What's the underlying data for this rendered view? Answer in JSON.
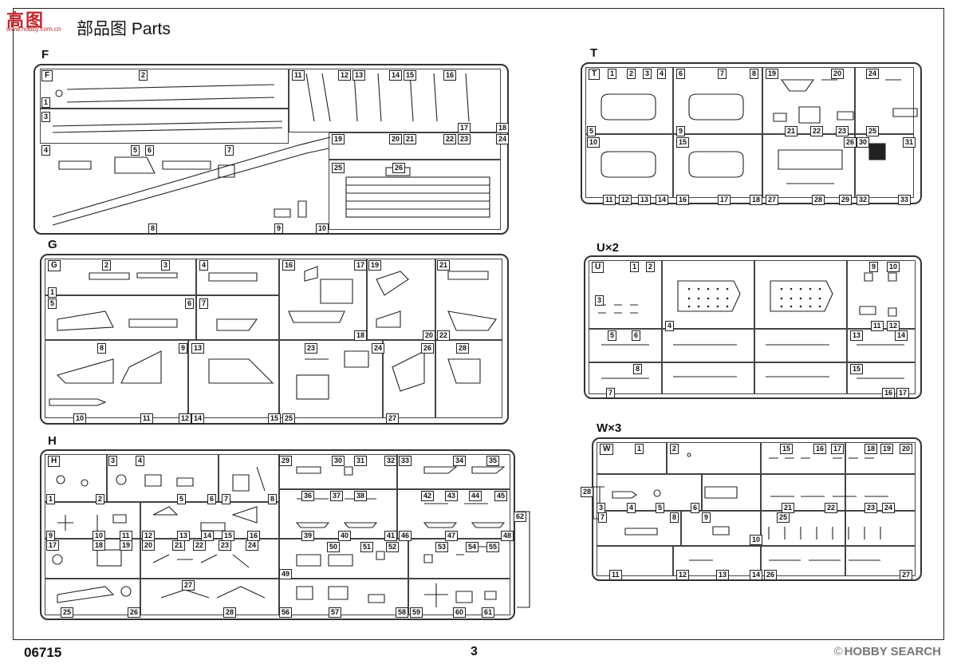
{
  "header": {
    "title": "部品图  Parts",
    "logo_main": "高图",
    "logo_sub": "www.hobby.com.cn"
  },
  "sprues": {
    "F": {
      "label": "F",
      "tag": "F",
      "nums": [
        "1",
        "2",
        "3",
        "4",
        "5",
        "6",
        "7",
        "8",
        "9",
        "10",
        "11",
        "12",
        "13",
        "14",
        "15",
        "16",
        "17",
        "18",
        "19",
        "20",
        "21",
        "22",
        "23",
        "24",
        "25",
        "26"
      ]
    },
    "G": {
      "label": "G",
      "tag": "G",
      "nums": [
        "1",
        "2",
        "3",
        "4",
        "5",
        "6",
        "7",
        "8",
        "9",
        "10",
        "11",
        "12",
        "13",
        "14",
        "15",
        "16",
        "17",
        "18",
        "19",
        "20",
        "21",
        "22",
        "23",
        "24",
        "25",
        "26",
        "27",
        "28"
      ]
    },
    "H": {
      "label": "H",
      "tag": "H",
      "nums": [
        "1",
        "2",
        "3",
        "4",
        "5",
        "6",
        "7",
        "8",
        "9",
        "10",
        "11",
        "12",
        "13",
        "14",
        "15",
        "16",
        "17",
        "18",
        "19",
        "20",
        "21",
        "22",
        "23",
        "24",
        "25",
        "26",
        "27",
        "28",
        "29",
        "30",
        "31",
        "32",
        "33",
        "34",
        "35",
        "36",
        "37",
        "38",
        "39",
        "40",
        "41",
        "42",
        "43",
        "44",
        "45",
        "46",
        "47",
        "48",
        "49",
        "50",
        "51",
        "52",
        "53",
        "54",
        "55",
        "56",
        "57",
        "58",
        "59",
        "60",
        "61",
        "62"
      ]
    },
    "T": {
      "label": "T",
      "tag": "T",
      "nums": [
        "1",
        "2",
        "3",
        "4",
        "5",
        "6",
        "7",
        "8",
        "9",
        "10",
        "11",
        "12",
        "13",
        "14",
        "15",
        "16",
        "17",
        "18",
        "19",
        "20",
        "21",
        "22",
        "23",
        "24",
        "25",
        "26",
        "27",
        "28",
        "29",
        "30",
        "31",
        "32",
        "33"
      ]
    },
    "U": {
      "label": "U×2",
      "tag": "U",
      "nums": [
        "1",
        "2",
        "3",
        "4",
        "5",
        "6",
        "7",
        "8",
        "9",
        "10",
        "11",
        "12",
        "13",
        "14",
        "15",
        "16",
        "17"
      ]
    },
    "W": {
      "label": "W×3",
      "tag": "W",
      "nums": [
        "1",
        "2",
        "3",
        "4",
        "5",
        "6",
        "7",
        "8",
        "9",
        "10",
        "11",
        "12",
        "13",
        "14",
        "15",
        "16",
        "17",
        "18",
        "19",
        "20",
        "21",
        "22",
        "23",
        "24",
        "25",
        "26",
        "27",
        "28"
      ]
    }
  },
  "footer": {
    "code": "06715",
    "page": "3",
    "watermark": "HOBBY SEARCH",
    "watermark_symbol": "©"
  }
}
